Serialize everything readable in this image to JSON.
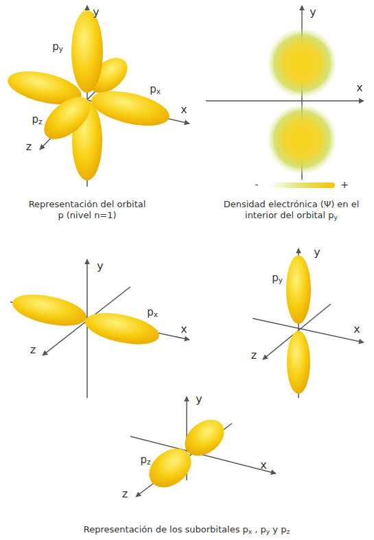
{
  "diagram": {
    "caption": "Representación de los suborbitales px , py y pz",
    "labels": [
      "y",
      "x",
      "z",
      "py",
      "px",
      "pz",
      "Representación del orbital p (nivel n=1)",
      "y",
      "x",
      "-",
      "+",
      "Densidad electrónica (Ψ) en el interior del orbital py",
      "y",
      "x",
      "z",
      "px",
      "y",
      "x",
      "z",
      "py",
      "y",
      "x",
      "z",
      "pz"
    ]
  }
}
